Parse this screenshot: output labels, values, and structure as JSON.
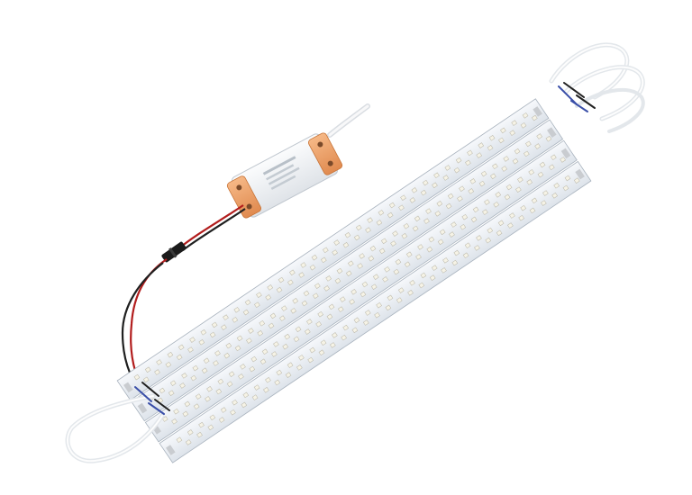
{
  "scene": {
    "background_color": "#ffffff",
    "led_strip_count": 4,
    "leds_per_row": 36,
    "rows_per_strip": 2,
    "colors": {
      "pcb_white": "#eef2f6",
      "pcb_edge": "#a8b2bd",
      "led_chip": "#f6f3e6",
      "led_outline": "#b9b6a8",
      "driver_body": "#f4f5f6",
      "driver_end_caps": "#f0a46a",
      "cable_white": "#e9ecef",
      "wire_red": "#b21d1d",
      "wire_black": "#202020",
      "wire_blue": "#3a4fa8"
    },
    "icons": [
      "led-strip-panel",
      "led-driver-box",
      "power-cable",
      "connector-plug",
      "jumper-wire-loop"
    ]
  }
}
